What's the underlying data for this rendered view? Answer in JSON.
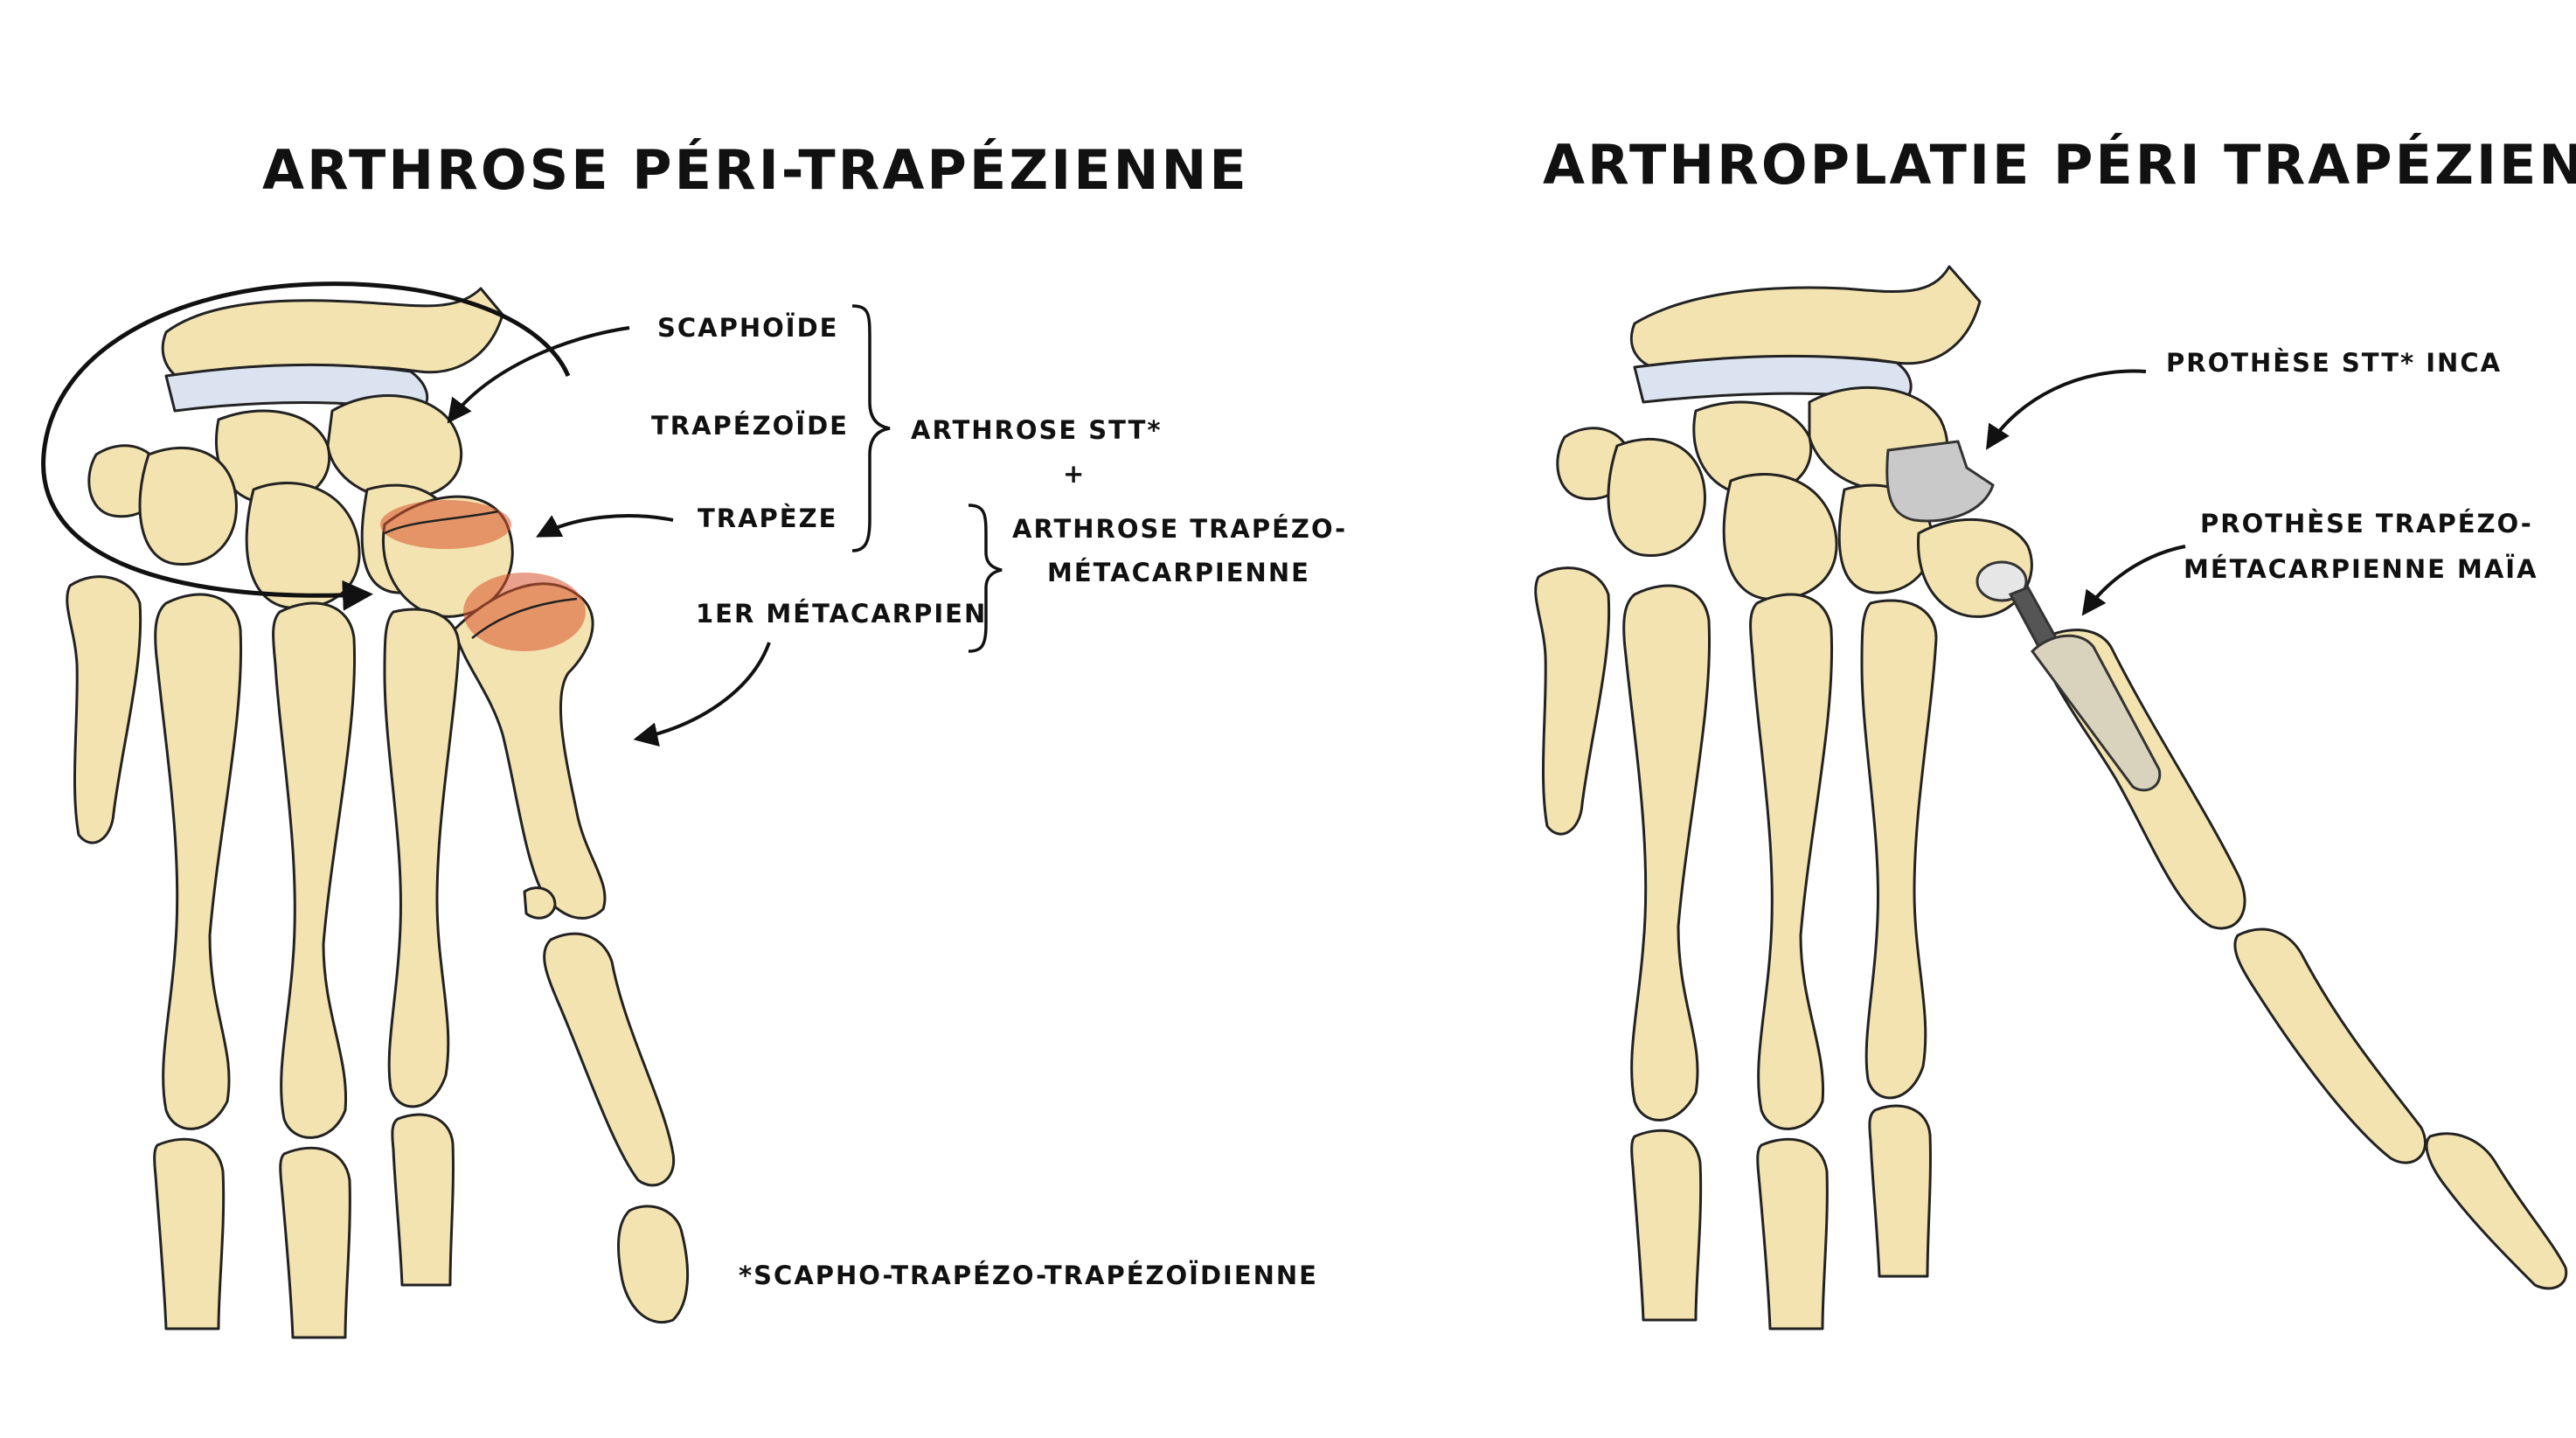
{
  "left": {
    "title": "ARTHROSE PÉRI-TRAPÉZIENNE",
    "labels": {
      "scaphoide": "SCAPHOÏDE",
      "trapezoide": "TRAPÉZOÏDE",
      "trapeze": "TRAPÈZE",
      "metacarpien": "1ER MÉTACARPIEN",
      "arthrose_stt": "ARTHROSE STT*",
      "plus": "+",
      "arthrose_tm_1": "ARTHROSE TRAPÉZO-",
      "arthrose_tm_2": "MÉTACARPIENNE",
      "footnote": "*SCAPHO-TRAPÉZO-TRAPÉZOÏDIENNE"
    }
  },
  "right": {
    "title": "ARTHROPLATIE PÉRI TRAPÉZIENNE",
    "labels": {
      "inca": "PROTHÈSE STT* INCA",
      "maia_1": "PROTHÈSE TRAPÉZO-",
      "maia_2": "MÉTACARPIENNE MAÏA"
    }
  },
  "colors": {
    "bone": "#f3e3b0",
    "bone_shadow": "#e3cb8c",
    "cartilage": "#dbe3f0",
    "arthritis": "#d9532c",
    "implant": "#c9c9c9",
    "ink": "#111111"
  }
}
